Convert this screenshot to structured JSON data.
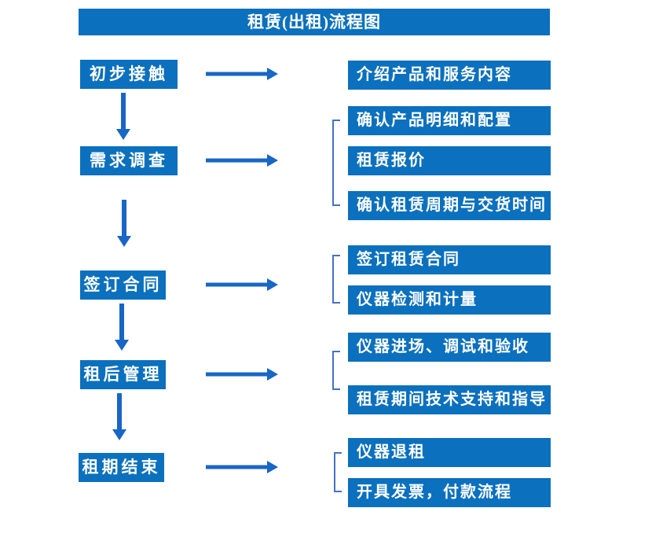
{
  "title": "租赁(出租)流程图",
  "colors": {
    "box": "#0B70BD",
    "arrow": "#1866C5",
    "bracket": "#4472C4",
    "bg": "#FFFFFF",
    "text": "#FFFFFF"
  },
  "flow": {
    "steps": [
      {
        "label": "初步接触",
        "details": [
          "介绍产品和服务内容"
        ]
      },
      {
        "label": "需求调查",
        "details": [
          "确认产品明细和配置",
          "租赁报价",
          "确认租赁周期与交货时间"
        ]
      },
      {
        "label": "签订合同",
        "details": [
          "签订租赁合同",
          "仪器检测和计量"
        ]
      },
      {
        "label": "租后管理",
        "details": [
          "仪器进场、调试和验收",
          "租赁期间技术支持和指导"
        ]
      },
      {
        "label": "租期结束",
        "details": [
          "仪器退租",
          "开具发票，付款流程"
        ]
      }
    ]
  }
}
